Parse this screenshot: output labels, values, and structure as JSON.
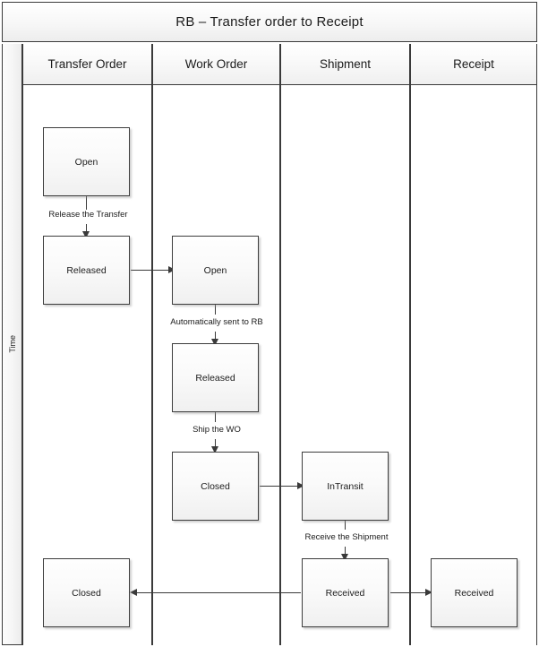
{
  "diagram": {
    "title": "RB – Transfer order to Receipt",
    "axis_label": "Time",
    "type": "swimlane-flowchart",
    "lanes": [
      {
        "id": "transfer-order",
        "label": "Transfer Order"
      },
      {
        "id": "work-order",
        "label": "Work Order"
      },
      {
        "id": "shipment",
        "label": "Shipment"
      },
      {
        "id": "receipt",
        "label": "Receipt"
      }
    ],
    "nodes": [
      {
        "id": "to-open",
        "lane": "transfer-order",
        "label": "Open"
      },
      {
        "id": "to-released",
        "lane": "transfer-order",
        "label": "Released"
      },
      {
        "id": "to-closed",
        "lane": "transfer-order",
        "label": "Closed"
      },
      {
        "id": "wo-open",
        "lane": "work-order",
        "label": "Open"
      },
      {
        "id": "wo-released",
        "lane": "work-order",
        "label": "Released"
      },
      {
        "id": "wo-closed",
        "lane": "work-order",
        "label": "Closed"
      },
      {
        "id": "sh-intransit",
        "lane": "shipment",
        "label": "InTransit"
      },
      {
        "id": "sh-received",
        "lane": "shipment",
        "label": "Received"
      },
      {
        "id": "rc-received",
        "lane": "receipt",
        "label": "Received"
      }
    ],
    "edges": [
      {
        "from": "to-open",
        "to": "to-released",
        "label": "Release the Transfer",
        "direction": "down"
      },
      {
        "from": "to-released",
        "to": "wo-open",
        "label": "",
        "direction": "right"
      },
      {
        "from": "wo-open",
        "to": "wo-released",
        "label": "Automatically sent to RB",
        "direction": "down"
      },
      {
        "from": "wo-released",
        "to": "wo-closed",
        "label": "Ship the WO",
        "direction": "down"
      },
      {
        "from": "wo-closed",
        "to": "sh-intransit",
        "label": "",
        "direction": "right"
      },
      {
        "from": "sh-intransit",
        "to": "sh-received",
        "label": "Receive the Shipment",
        "direction": "down"
      },
      {
        "from": "sh-received",
        "to": "rc-received",
        "label": "",
        "direction": "right"
      },
      {
        "from": "sh-received",
        "to": "to-closed",
        "label": "",
        "direction": "left"
      }
    ],
    "colors": {
      "border": "#3a3a3a",
      "node_fill_top": "#fefefe",
      "node_fill_bottom": "#f0f0f0",
      "header_fill": "#f4f4f4",
      "text": "#1c1c1c",
      "background": "#ffffff"
    }
  }
}
